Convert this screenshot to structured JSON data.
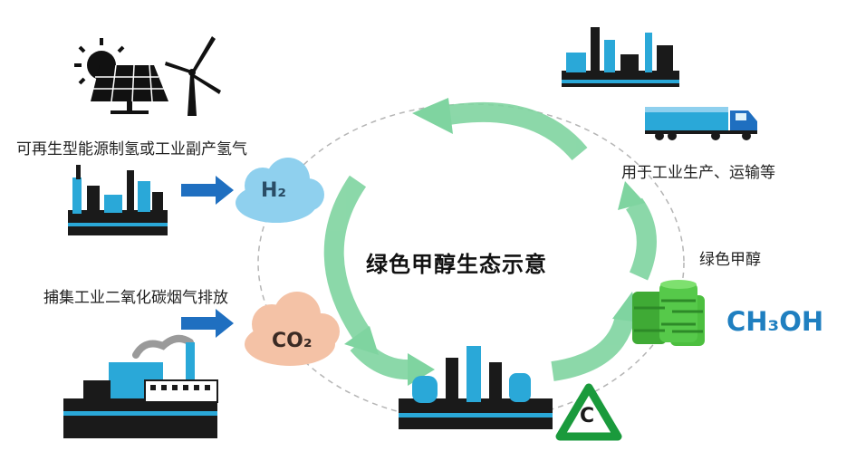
{
  "diagram": {
    "title": "绿色甲醇生态示意",
    "labels": {
      "renewable_hydrogen": "可再生型能源制氢或工业副产氢气",
      "carbon_capture": "捕集工业二氧化碳烟气排放",
      "usage": "用于工业生产、运输等",
      "green_methanol": "绿色甲醇"
    },
    "formulas": {
      "h2": "H₂",
      "co2": "CO₂",
      "methanol": "CH₃OH",
      "carbon_symbol": "C"
    }
  },
  "colors": {
    "arrow_green": "#7fd4a0",
    "blue_arrow": "#1f6fc0",
    "cloud_blue": "#8fd0ee",
    "cloud_peach": "#f4c2a6",
    "barrel_green": "#4cbf3f",
    "recycle_green": "#1a9a3c",
    "methanol_text": "#1f7fc0",
    "factory_blue": "#2aa8d8",
    "factory_dark": "#1a1a1a"
  }
}
